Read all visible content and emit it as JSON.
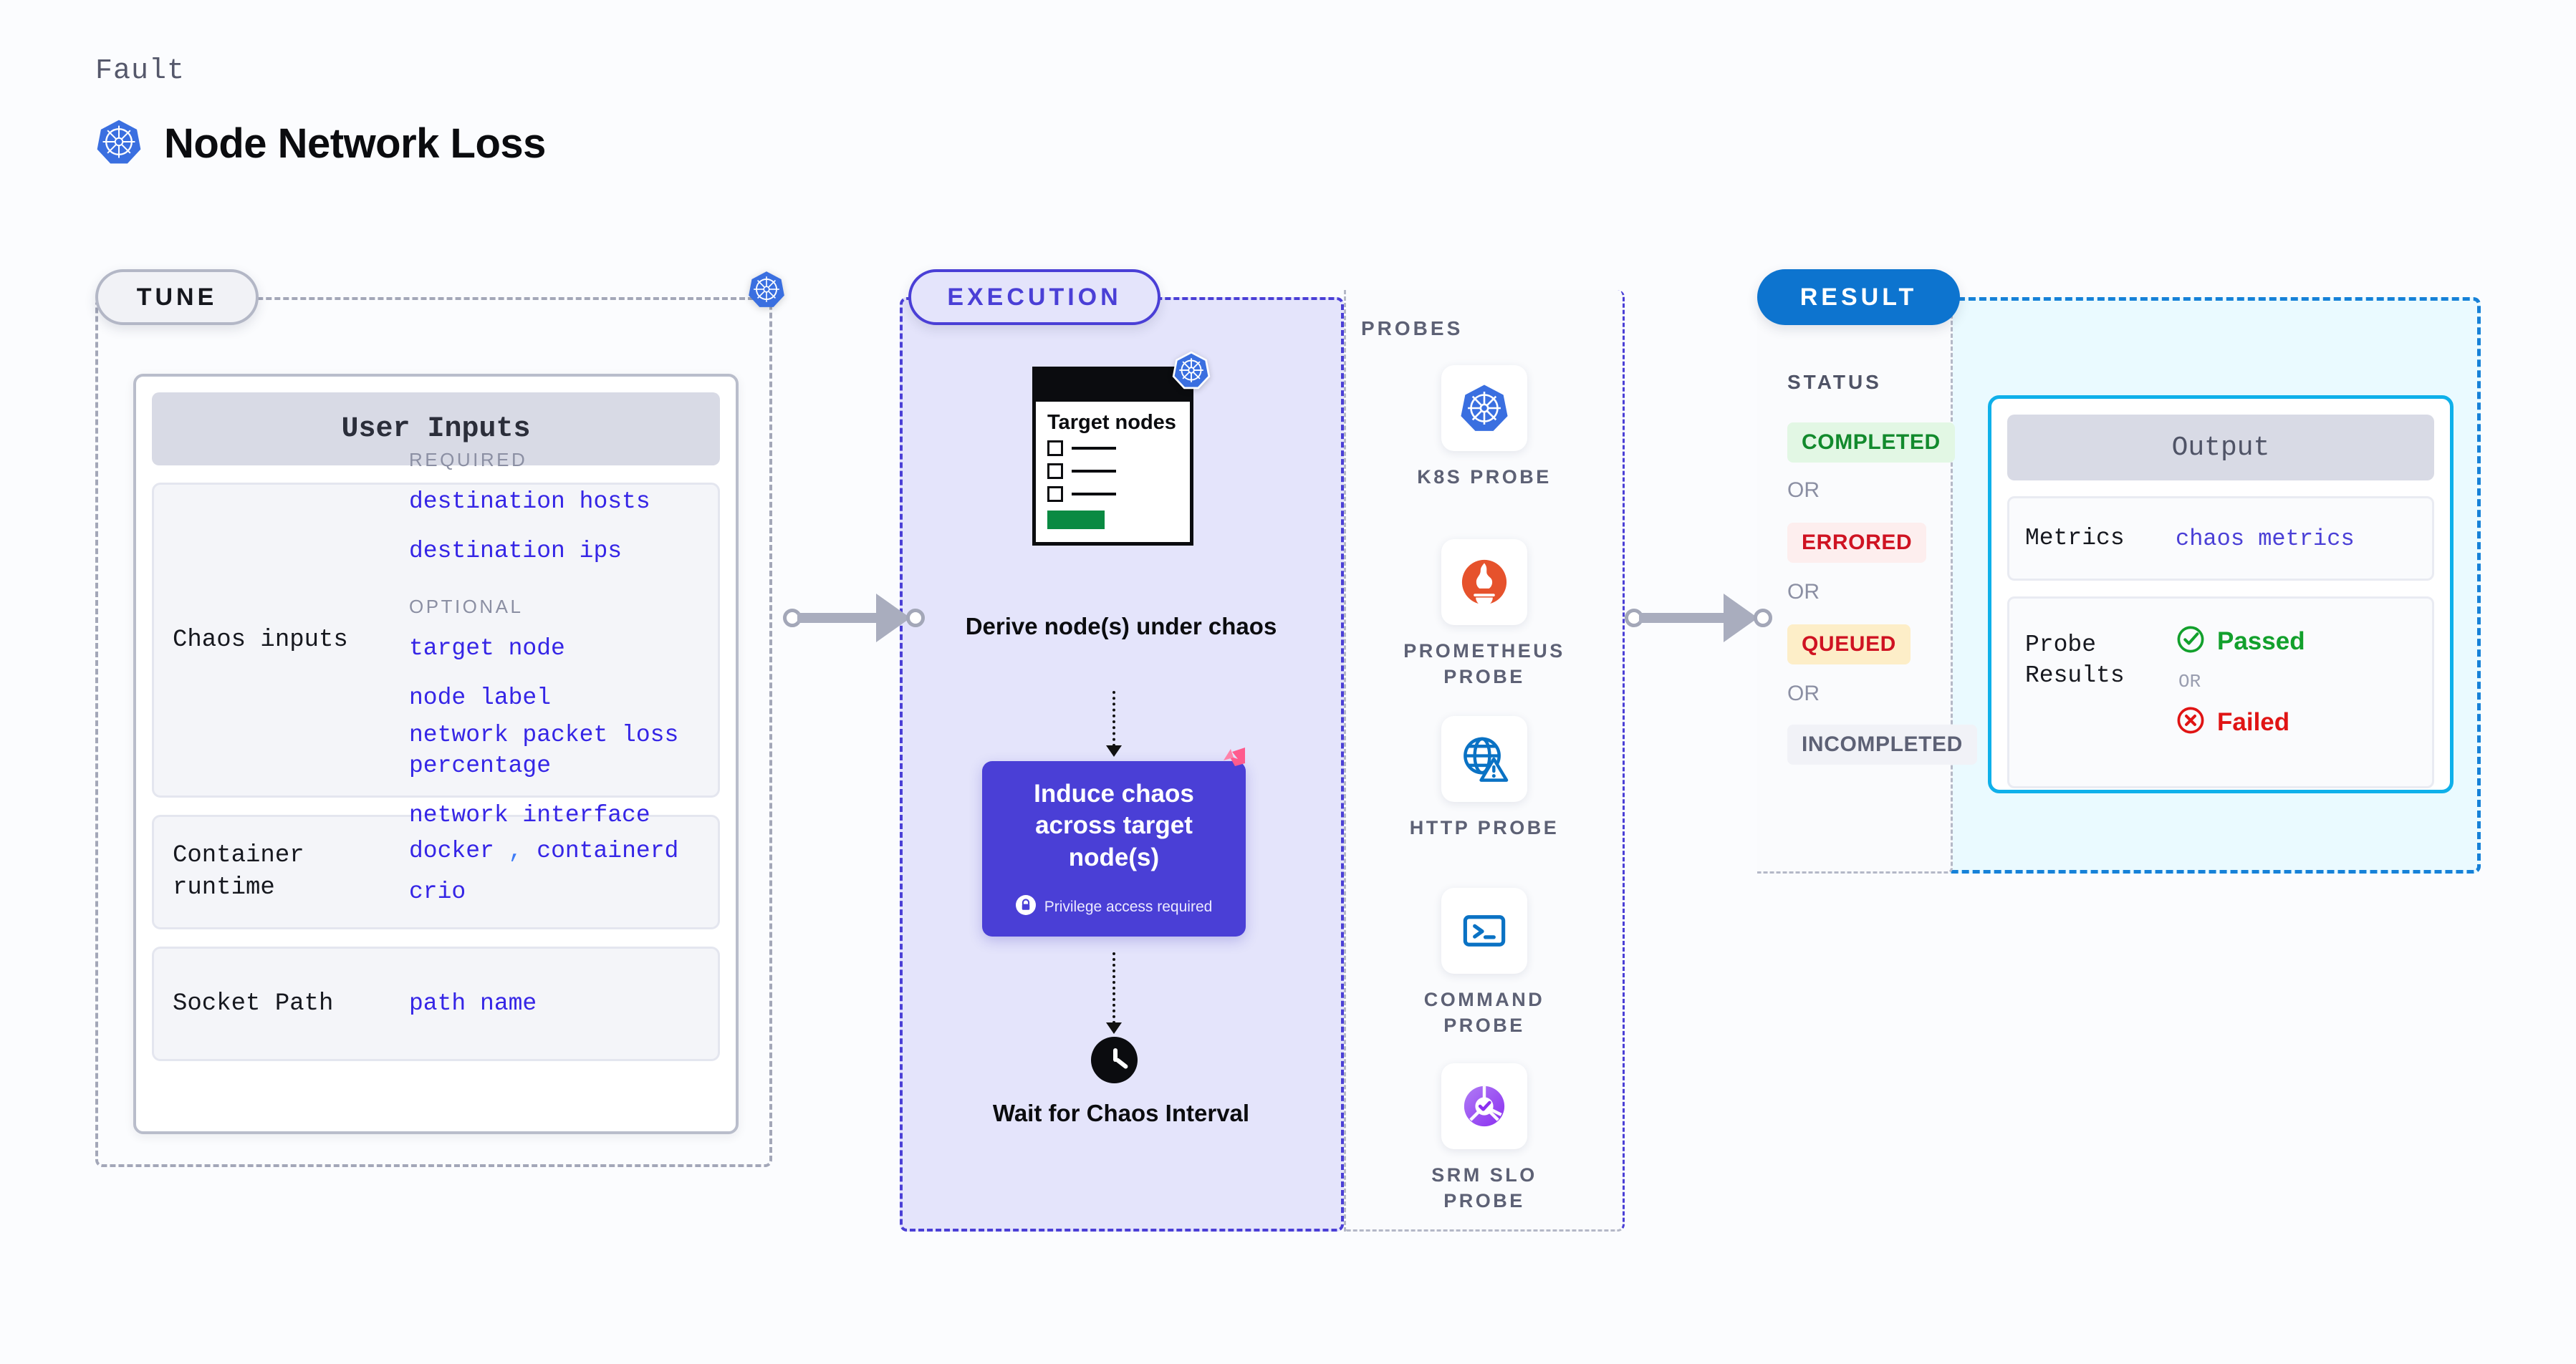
{
  "header": {
    "eyebrow": "Fault",
    "title": "Node Network Loss",
    "icon": "kubernetes-icon"
  },
  "tune": {
    "pill_label": "TUNE",
    "badge_icon": "kubernetes-icon",
    "card_title": "User Inputs",
    "rows": [
      {
        "key": "Chaos inputs",
        "required_label": "REQUIRED",
        "required_values": [
          "destination hosts",
          "destination ips"
        ],
        "optional_label": "OPTIONAL",
        "optional_values": [
          "target node",
          "node label",
          "network packet loss percentage",
          "network interface"
        ]
      },
      {
        "key": "Container runtime",
        "values_line1": "docker",
        "separator": ",",
        "values_line1b": "containerd",
        "values_line2": "crio"
      },
      {
        "key": "Socket Path",
        "value": "path name"
      }
    ]
  },
  "execution": {
    "pill_label": "EXECUTION",
    "node_card": {
      "title": "Target nodes",
      "badge_icon": "kubernetes-icon",
      "checkbox_count": 3
    },
    "derive_caption": "Derive node(s) under chaos",
    "chaos_box": {
      "text": "Induce chaos across target node(s)",
      "privilege_note": "Privilege access required",
      "privilege_icon": "lock-icon",
      "corner_icon": "litmus-icon",
      "color": "#4a3fd6"
    },
    "wait_caption": "Wait for Chaos Interval",
    "wait_icon": "clock-icon"
  },
  "probes": {
    "section_label": "PROBES",
    "items": [
      {
        "label": "K8S PROBE",
        "icon": "kubernetes-icon"
      },
      {
        "label": "PROMETHEUS PROBE",
        "icon": "prometheus-icon"
      },
      {
        "label": "HTTP PROBE",
        "icon": "globe-warning-icon"
      },
      {
        "label": "COMMAND PROBE",
        "icon": "terminal-icon"
      },
      {
        "label": "SRM SLO PROBE",
        "icon": "slo-donut-icon"
      }
    ]
  },
  "result": {
    "pill_label": "RESULT",
    "status_label": "STATUS",
    "or_label": "OR",
    "statuses": [
      {
        "label": "COMPLETED",
        "color": "#128a2d",
        "bg": "#e2f7e4"
      },
      {
        "label": "ERRORED",
        "color": "#cf1322",
        "bg": "#fdeeee"
      },
      {
        "label": "QUEUED",
        "color": "#cf1322",
        "bg": "#fdeec8"
      },
      {
        "label": "INCOMPLETED",
        "color": "#5d6175",
        "bg": "#f1f2f7"
      }
    ],
    "output": {
      "title": "Output",
      "metrics_key": "Metrics",
      "metrics_value": "chaos metrics",
      "probe_results_key": "Probe Results",
      "passed_label": "Passed",
      "passed_color": "#12a02c",
      "failed_label": "Failed",
      "failed_color": "#e01414",
      "or_label": "OR",
      "passed_icon": "check-circle-icon",
      "failed_icon": "x-circle-icon"
    }
  }
}
